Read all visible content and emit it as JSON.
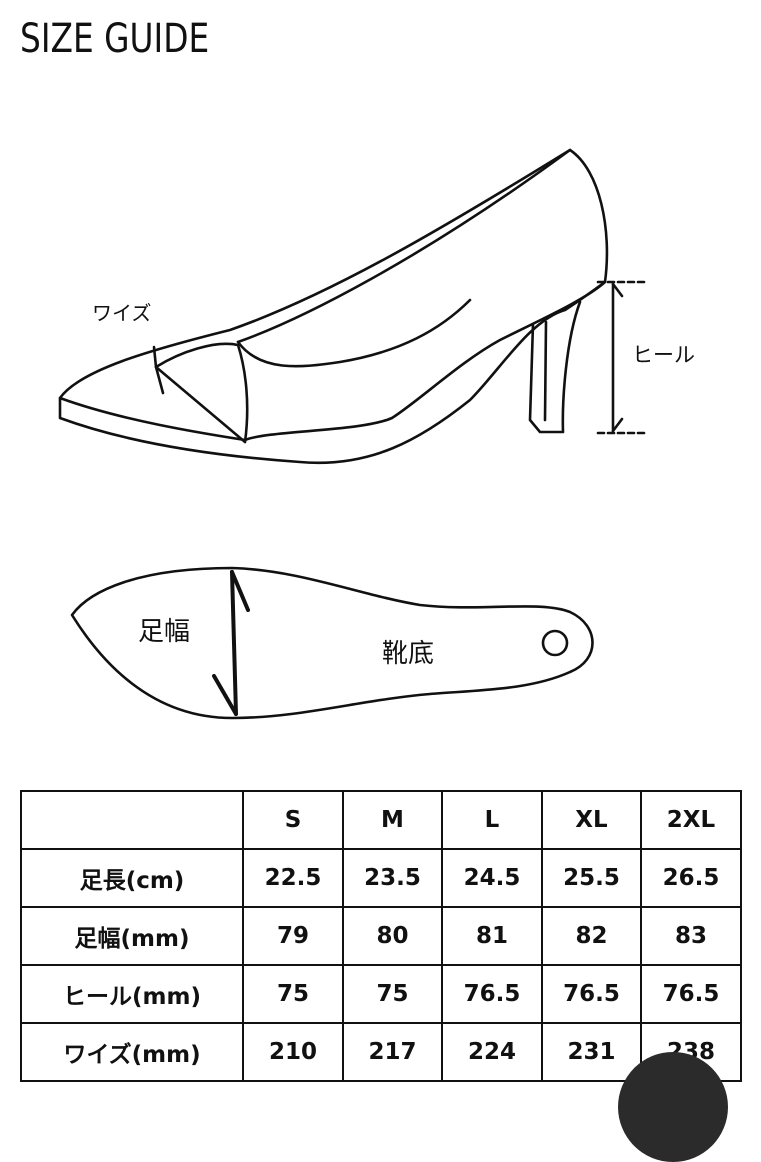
{
  "page": {
    "title": "SIZE GUIDE"
  },
  "diagram": {
    "width_label": "ワイズ",
    "heel_label": "ヒール",
    "foot_width_label": "足幅",
    "insole_label": "靴底"
  },
  "size_table": {
    "columns": [
      "",
      "S",
      "M",
      "L",
      "XL",
      "2XL"
    ],
    "rows": [
      {
        "label": "足長(cm)",
        "values": [
          "22.5",
          "23.5",
          "24.5",
          "25.5",
          "26.5"
        ]
      },
      {
        "label": "足幅(mm)",
        "values": [
          "79",
          "80",
          "81",
          "82",
          "83"
        ]
      },
      {
        "label": "ヒール(mm)",
        "values": [
          "75",
          "75",
          "76.5",
          "76.5",
          "76.5"
        ]
      },
      {
        "label": "ワイズ(mm)",
        "values": [
          "210",
          "217",
          "224",
          "231",
          "238"
        ]
      }
    ]
  },
  "colors": {
    "line": "#111111",
    "background": "#ffffff",
    "floating_button": "#2b2b2b"
  }
}
